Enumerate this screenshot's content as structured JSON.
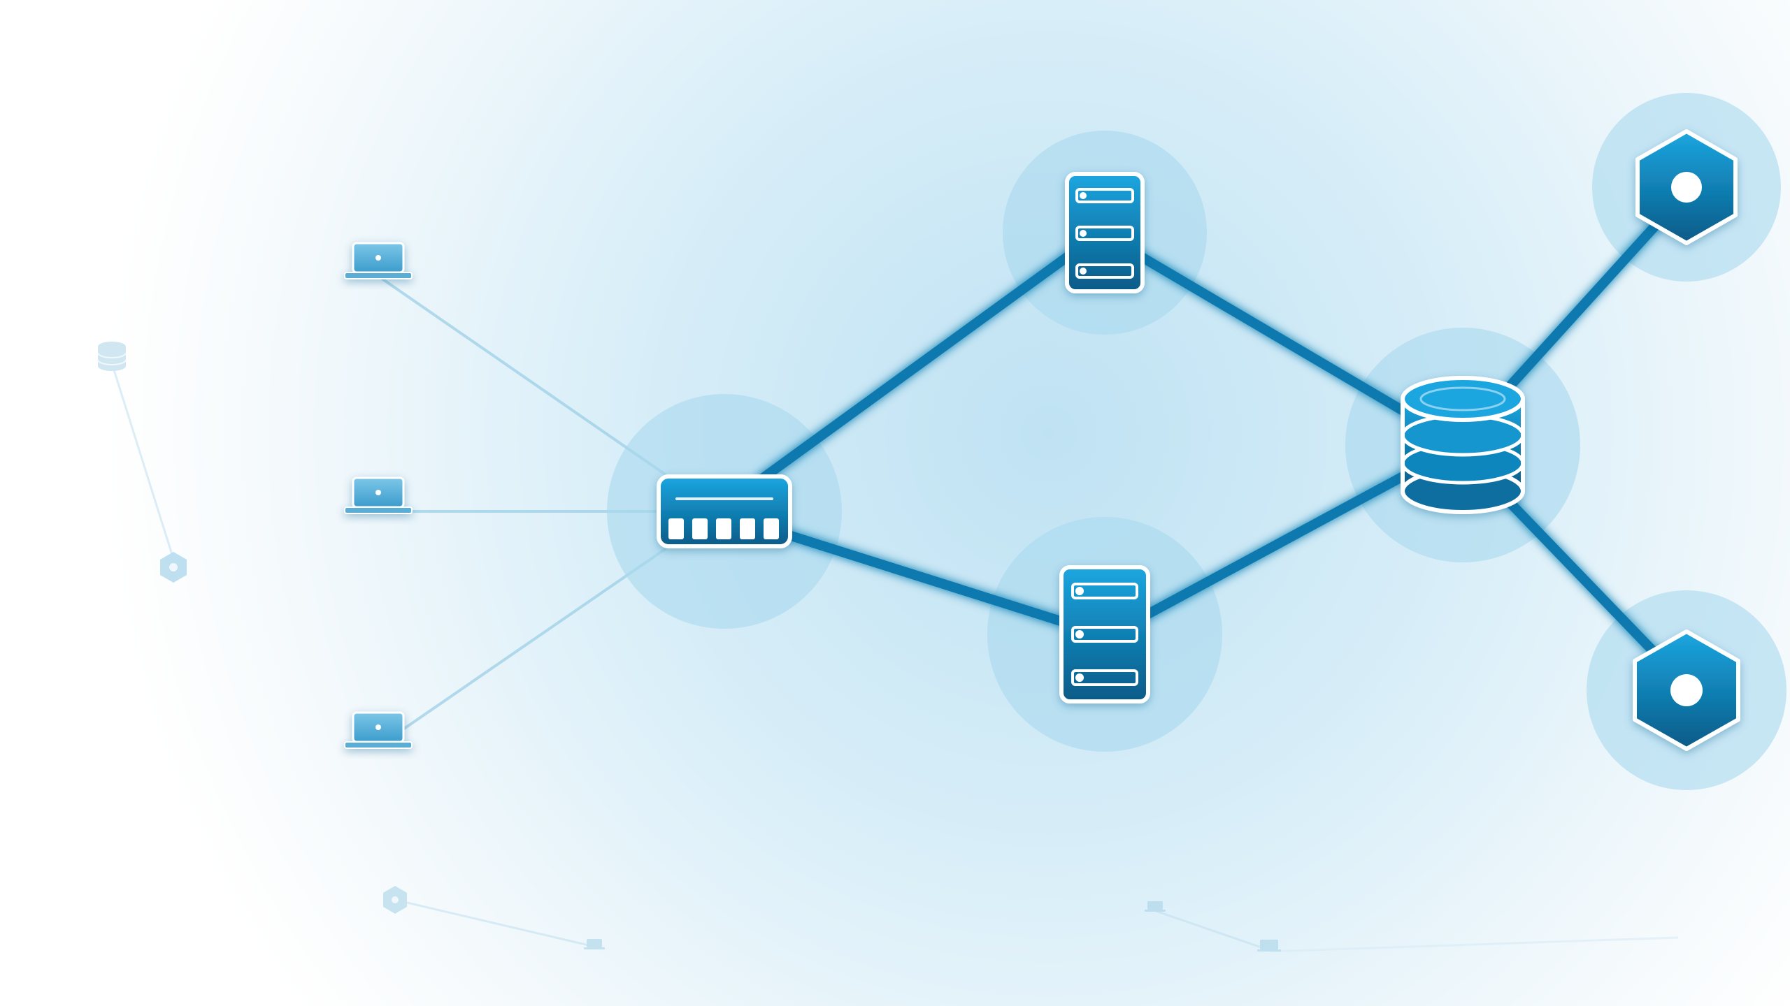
{
  "diagram": {
    "kind": "network-topology",
    "labels": [],
    "colors": {
      "accent": "#0c7db3",
      "accent_light": "#1aa3dd",
      "accent_dark": "#065a87",
      "halo": "#a9d8ee",
      "background_glow": "#cfe9f6",
      "faint_line": "#b9dced",
      "outline": "#ffffff"
    },
    "nodes": [
      {
        "id": "laptop-top",
        "icon": "laptop-icon",
        "role": "client"
      },
      {
        "id": "laptop-middle",
        "icon": "laptop-icon",
        "role": "client"
      },
      {
        "id": "laptop-bottom",
        "icon": "laptop-icon",
        "role": "client"
      },
      {
        "id": "switch",
        "icon": "network-switch-icon",
        "role": "switch"
      },
      {
        "id": "server-top",
        "icon": "server-rack-icon",
        "role": "server"
      },
      {
        "id": "server-bottom",
        "icon": "server-rack-icon",
        "role": "server"
      },
      {
        "id": "database",
        "icon": "database-icon",
        "role": "database"
      },
      {
        "id": "hex-top",
        "icon": "hexagon-node-icon",
        "role": "service"
      },
      {
        "id": "hex-bottom",
        "icon": "hexagon-node-icon",
        "role": "service"
      },
      {
        "id": "faint-db",
        "icon": "database-icon",
        "role": "background"
      },
      {
        "id": "faint-hex-left",
        "icon": "hexagon-node-icon",
        "role": "background"
      },
      {
        "id": "faint-hex-bottom",
        "icon": "hexagon-node-icon",
        "role": "background"
      },
      {
        "id": "faint-laptop-a",
        "icon": "laptop-icon",
        "role": "background"
      },
      {
        "id": "faint-laptop-b",
        "icon": "laptop-icon",
        "role": "background"
      },
      {
        "id": "faint-laptop-c",
        "icon": "laptop-icon",
        "role": "background"
      }
    ],
    "links": [
      {
        "from": "laptop-top",
        "to": "switch",
        "weight": "thin"
      },
      {
        "from": "laptop-middle",
        "to": "switch",
        "weight": "thin"
      },
      {
        "from": "laptop-bottom",
        "to": "switch",
        "weight": "thin"
      },
      {
        "from": "switch",
        "to": "server-top",
        "weight": "thick"
      },
      {
        "from": "switch",
        "to": "server-bottom",
        "weight": "thick"
      },
      {
        "from": "server-top",
        "to": "database",
        "weight": "thick"
      },
      {
        "from": "server-bottom",
        "to": "database",
        "weight": "thick"
      },
      {
        "from": "database",
        "to": "hex-top",
        "weight": "thick"
      },
      {
        "from": "database",
        "to": "hex-bottom",
        "weight": "thick"
      },
      {
        "from": "faint-db",
        "to": "faint-hex-left",
        "weight": "faint"
      },
      {
        "from": "faint-hex-bottom",
        "to": "faint-laptop-a",
        "weight": "faint"
      },
      {
        "from": "faint-laptop-b",
        "to": "faint-laptop-c",
        "weight": "faint"
      }
    ]
  }
}
